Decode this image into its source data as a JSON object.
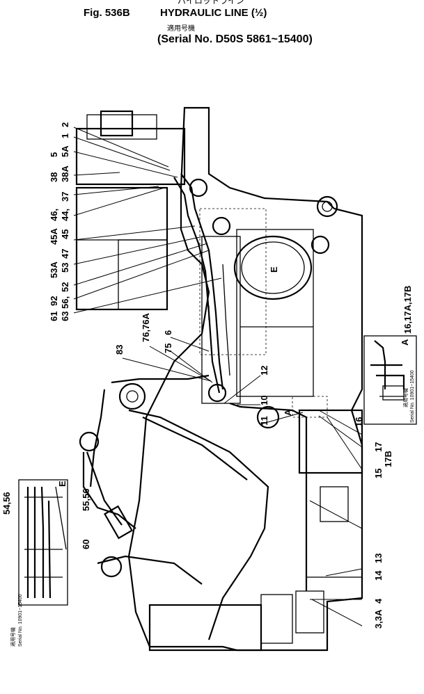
{
  "header": {
    "top_jp": "パイロットライン",
    "fig": "Fig. 536B",
    "title": "HYDRAULIC LINE (½)",
    "applicable_jp": "適用号機",
    "serial": "(Serial No. D50S 5861~15400)"
  },
  "callouts": [
    "2",
    "1",
    "5",
    "5A",
    "38",
    "38A",
    "37",
    "46,",
    "44,",
    "45",
    "45A",
    "47",
    "53A",
    "53",
    "52",
    "92",
    "56,",
    "63",
    "61",
    "83",
    "76,76A",
    "6",
    "75",
    "12",
    "10",
    "11",
    "16,17A,17B",
    "A",
    "16",
    "17",
    "17B",
    "15",
    "A",
    "13",
    "14",
    "4",
    "3,3A",
    "E",
    "54,56",
    "55,56",
    "60",
    "E"
  ],
  "insets": {
    "right_serial_jp": "適用号機",
    "right_serial": "Serial No. 10901~15400",
    "left_serial_jp": "適用号機",
    "left_serial": "Serial No. 10901~15400"
  }
}
